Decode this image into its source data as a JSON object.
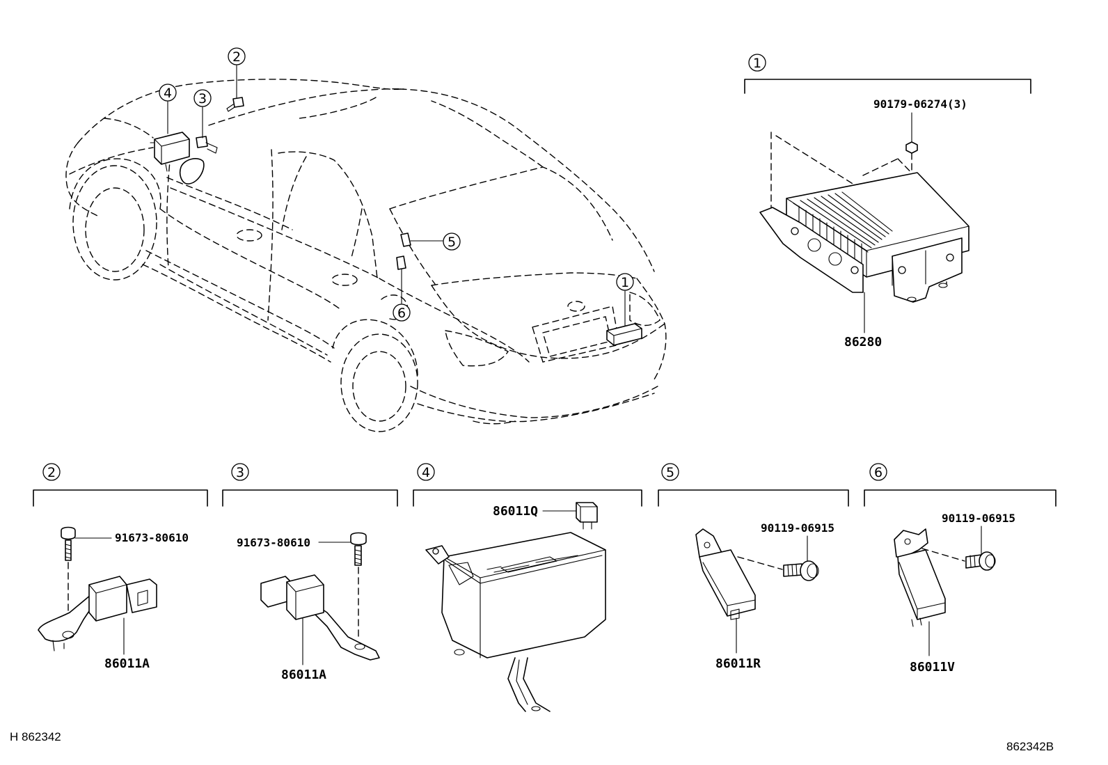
{
  "callouts": {
    "c1_main": "1",
    "c1_car": "1",
    "c2_car": "2",
    "c3_car": "3",
    "c4_car": "4",
    "c5_car": "5",
    "c6_car": "6",
    "g2": "2",
    "g3": "3",
    "g4": "4",
    "g5": "5",
    "g6": "6"
  },
  "parts": {
    "g1_bolt": "90179-06274(3)",
    "g1_unit": "86280",
    "g2_bolt": "91673-80610",
    "g2_unit": "86011A",
    "g3_bolt": "91673-80610",
    "g3_unit": "86011A",
    "g4_relay": "86011Q",
    "g5_bolt": "90119-06915",
    "g5_unit": "86011R",
    "g6_bolt": "90119-06915",
    "g6_unit": "86011V"
  },
  "footer": {
    "left_code": "H 862342",
    "right_code": "862342B"
  }
}
